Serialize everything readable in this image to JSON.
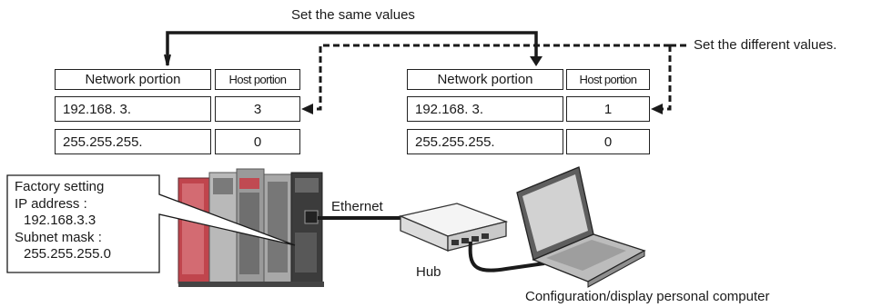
{
  "top_label": "Set the same values",
  "right_label": "Set the different values.",
  "left_table": {
    "header": {
      "network": "Network portion",
      "host": "Host portion"
    },
    "rows": [
      {
        "network": "192.168.  3.",
        "host": "3"
      },
      {
        "network": "255.255.255.",
        "host": "0"
      }
    ]
  },
  "right_table": {
    "header": {
      "network": "Network portion",
      "host": "Host portion"
    },
    "rows": [
      {
        "network": "192.168.  3.",
        "host": "1"
      },
      {
        "network": "255.255.255.",
        "host": "0"
      }
    ]
  },
  "callout": {
    "line1": "Factory setting",
    "line2": "IP address :",
    "line3": "192.168.3.3",
    "line4": "Subnet mask :",
    "line5": "255.255.255.0"
  },
  "labels": {
    "ethernet": "Ethernet",
    "hub": "Hub",
    "computer": "Configuration/display personal computer"
  },
  "colors": {
    "line": "#1a1a1a",
    "plc_red": "#c0454d",
    "plc_gray": "#8c8c8c"
  },
  "icons": [
    "plc-icon",
    "hub-icon",
    "laptop-icon",
    "arrow-icon"
  ]
}
